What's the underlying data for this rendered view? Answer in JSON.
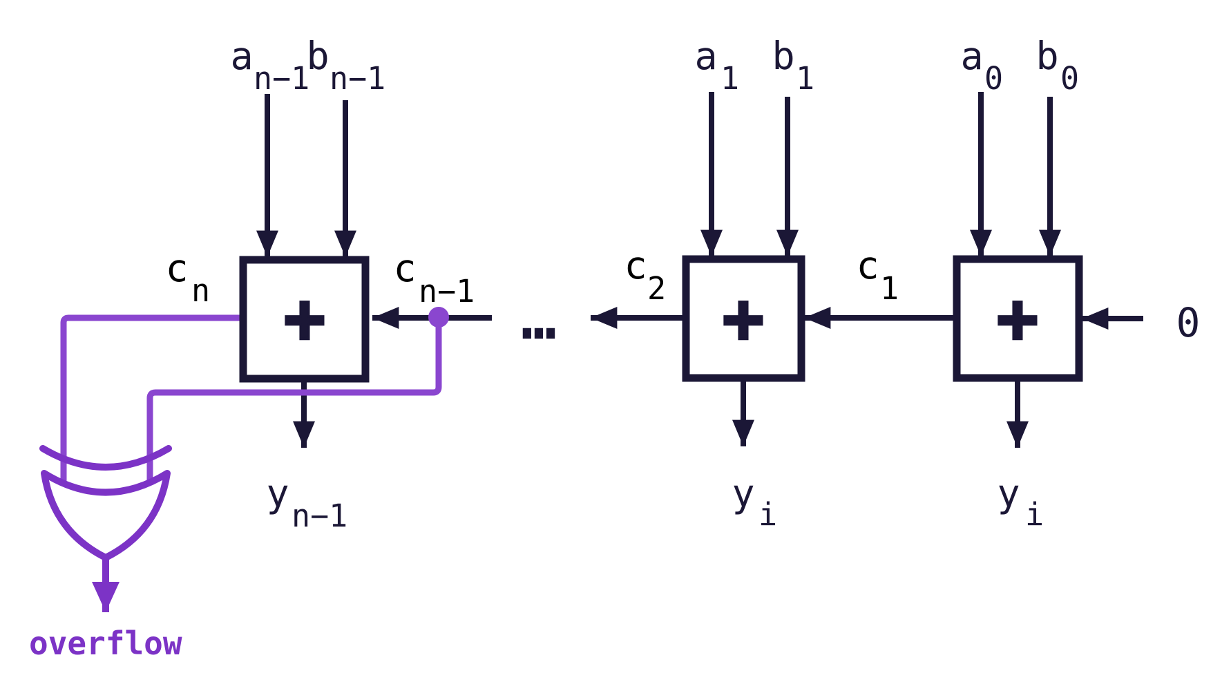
{
  "diagram_type": "ripple-carry adder with overflow detection",
  "colors": {
    "ink": "#1b1736",
    "carry_label": "#000000",
    "wire_purple": "#8a46cf",
    "gate_purple": "#7c33c6",
    "background": "#ffffff"
  },
  "adders": [
    {
      "op": "+",
      "input_a": {
        "base": "a",
        "sub": "n−1"
      },
      "input_b": {
        "base": "b",
        "sub": "n−1"
      },
      "sum": {
        "base": "y",
        "sub": "n−1"
      }
    },
    {
      "op": "+",
      "input_a": {
        "base": "a",
        "sub": "1"
      },
      "input_b": {
        "base": "b",
        "sub": "1"
      },
      "sum": {
        "base": "y",
        "sub": "i"
      }
    },
    {
      "op": "+",
      "input_a": {
        "base": "a",
        "sub": "0"
      },
      "input_b": {
        "base": "b",
        "sub": "0"
      },
      "sum": {
        "base": "y",
        "sub": "i"
      }
    }
  ],
  "carries": {
    "c_out_msb": {
      "base": "c",
      "sub": "n"
    },
    "c_in_msb": {
      "base": "c",
      "sub": "n−1"
    },
    "c_out_bit1": {
      "base": "c",
      "sub": "2"
    },
    "c_in_bit1": {
      "base": "c",
      "sub": "1"
    },
    "initial_carry_in": "0"
  },
  "ellipsis": "…",
  "gate": {
    "type": "XOR",
    "output_label": "overflow"
  }
}
